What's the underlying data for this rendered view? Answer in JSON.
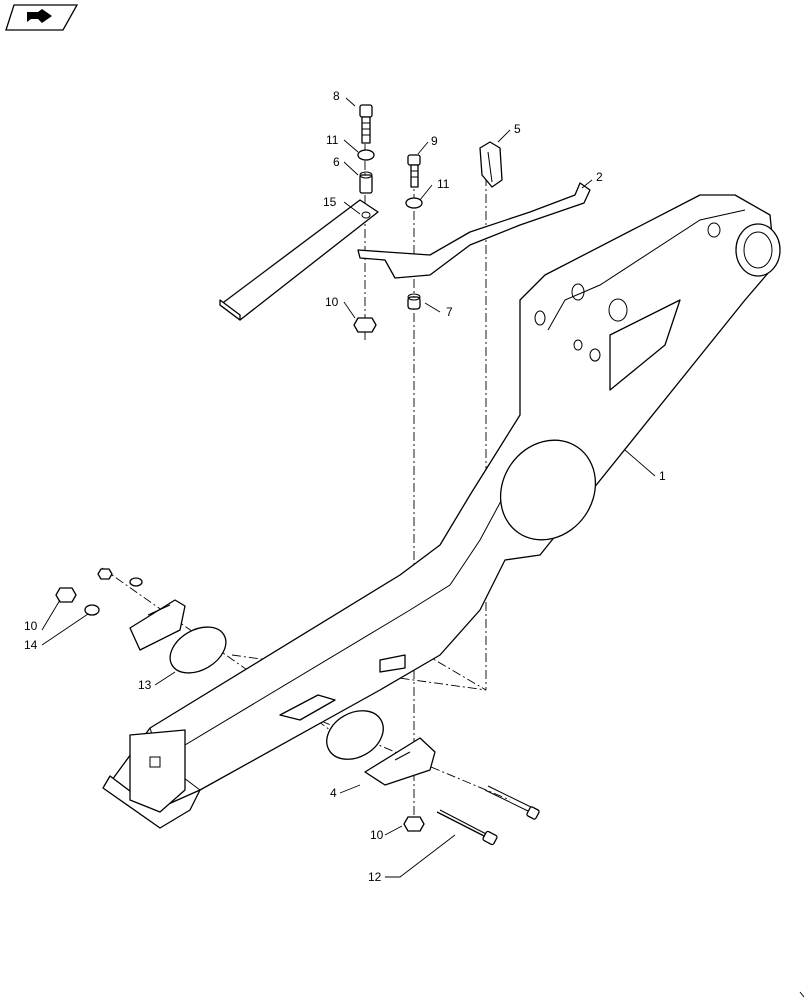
{
  "nav_icon": {
    "name": "previous-page-arrow-icon"
  },
  "callouts": {
    "c1": "1",
    "c2": "2",
    "c4": "4",
    "c5": "5",
    "c6": "6",
    "c7": "7",
    "c8": "8",
    "c9": "9",
    "c10a": "10",
    "c10b": "10",
    "c10c": "10",
    "c11a": "11",
    "c11b": "11",
    "c12": "12",
    "c13": "13",
    "c14": "14",
    "c15": "15"
  }
}
